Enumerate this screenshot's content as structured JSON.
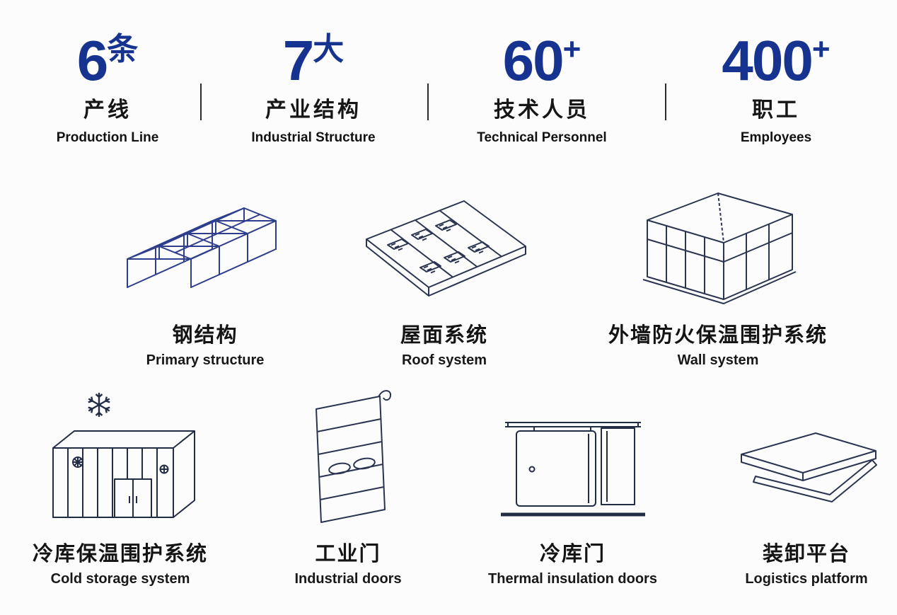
{
  "page": {
    "background": "#fcfcfc"
  },
  "colors": {
    "accent_blue": "#16338f",
    "steel_line": "#2e3e8c",
    "drawing_line": "#2a3450",
    "text_dark": "#141414"
  },
  "stats": [
    {
      "number": "6",
      "suffix": "条",
      "label_zh": "产线",
      "label_en": "Production Line"
    },
    {
      "number": "7",
      "suffix": "大",
      "label_zh": "产业结构",
      "label_en": "Industrial Structure"
    },
    {
      "number": "60",
      "suffix": "+",
      "label_zh": "技术人员",
      "label_en": "Technical Personnel"
    },
    {
      "number": "400",
      "suffix": "+",
      "label_zh": "职工",
      "label_en": "Employees"
    }
  ],
  "products": [
    {
      "icon": "steel-structure-illustration",
      "label_zh": "钢结构",
      "label_en": "Primary structure"
    },
    {
      "icon": "roof-system-illustration",
      "label_zh": "屋面系统",
      "label_en": "Roof system"
    },
    {
      "icon": "wall-system-illustration",
      "label_zh": "外墙防火保温围护系统",
      "label_en": "Wall system"
    },
    {
      "icon": "cold-storage-illustration",
      "label_zh": "冷库保温围护系统",
      "label_en": "Cold storage system"
    },
    {
      "icon": "industrial-door-illustration",
      "label_zh": "工业门",
      "label_en": "Industrial doors"
    },
    {
      "icon": "thermal-door-illustration",
      "label_zh": "冷库门",
      "label_en": "Thermal insulation doors"
    },
    {
      "icon": "dock-leveler-illustration",
      "label_zh": "装卸平台",
      "label_en": "Logistics platform"
    }
  ]
}
